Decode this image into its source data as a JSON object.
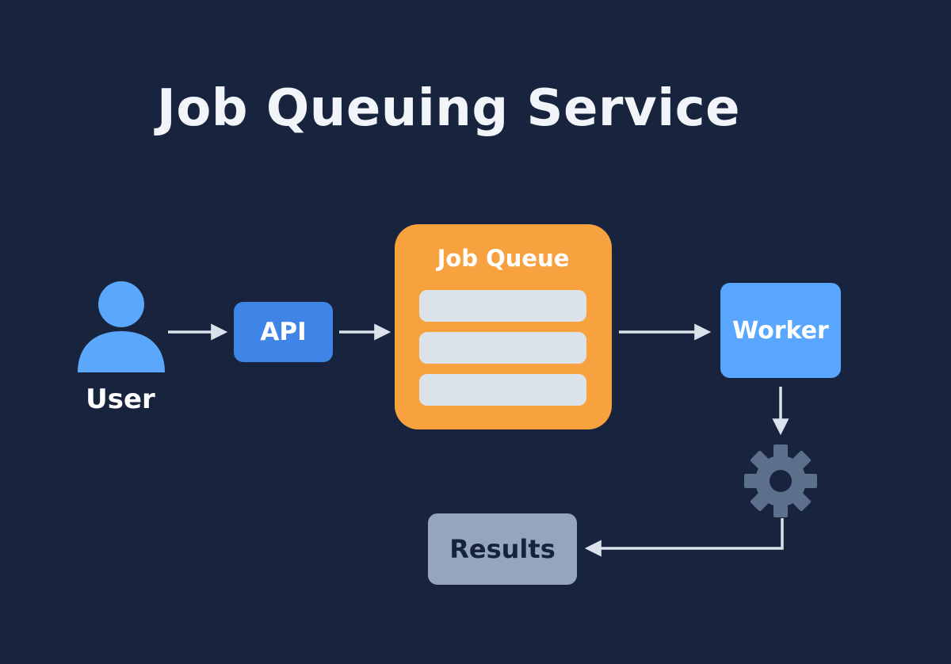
{
  "title": "Job Queuing Service",
  "nodes": {
    "user": {
      "label": "User",
      "icon": "user-icon"
    },
    "api": {
      "label": "API"
    },
    "queue": {
      "label": "Job Queue",
      "slot_count": 3
    },
    "worker": {
      "label": "Worker"
    },
    "processor": {
      "icon": "gear-icon"
    },
    "results": {
      "label": "Results"
    }
  },
  "colors": {
    "background": "#18243d",
    "title_text": "#f1f4f8",
    "user": "#5ba7fc",
    "api": "#3f85e8",
    "queue": "#f7a13f",
    "queue_slot": "#dce2ea",
    "worker": "#58a6fd",
    "gear": "#5c6f8b",
    "results": "#95a5c0",
    "results_text": "#17233a",
    "arrow": "#dbe2ec"
  }
}
